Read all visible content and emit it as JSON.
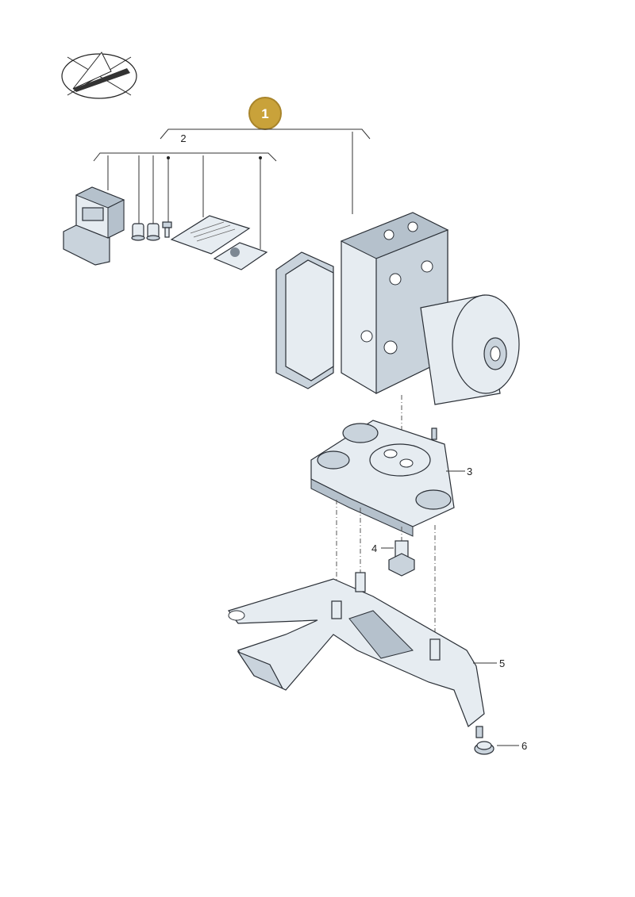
{
  "callouts": {
    "main": "1",
    "kit": "2",
    "bracket_top": "3",
    "bolt": "4",
    "bracket": "5",
    "nut": "6"
  },
  "colors": {
    "badge": "#c9a23a",
    "badge_ring": "#a8842a"
  },
  "icons": {
    "corner_logo": "paper-plane-logo-icon"
  }
}
